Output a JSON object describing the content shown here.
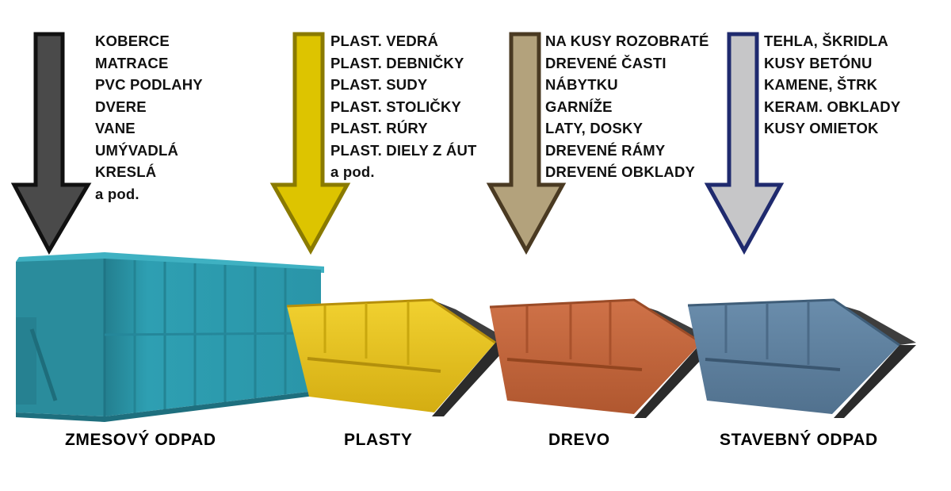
{
  "categories": [
    {
      "id": "mixed",
      "label": "ZMESOVÝ ODPAD",
      "arrow_fill": "#4a4a4a",
      "arrow_stroke": "#111111",
      "container_color": "#2e9fb2",
      "container_type": "roll-off container",
      "items": [
        "KOBERCE",
        "MATRACE",
        "PVC PODLAHY",
        "DVERE",
        "VANE",
        "UMÝVADLÁ",
        "KRESLÁ",
        "a pod."
      ]
    },
    {
      "id": "plastic",
      "label": "PLASTY",
      "arrow_fill": "#ddc400",
      "arrow_stroke": "#8a7a00",
      "container_color": "#e3c11c",
      "container_type": "skip",
      "items": [
        "PLAST. VEDRÁ",
        "PLAST. DEBNIČKY",
        "PLAST. SUDY",
        "PLAST. STOLIČKY",
        "PLAST. RÚRY",
        "PLAST. DIELY Z ÁUT",
        "a pod."
      ]
    },
    {
      "id": "wood",
      "label": "DREVO",
      "arrow_fill": "#b3a27c",
      "arrow_stroke": "#4a3a22",
      "container_color": "#c2643c",
      "container_type": "skip",
      "items": [
        "NA KUSY ROZOBRATÉ",
        "DREVENÉ ČASTI",
        "NÁBYTKU",
        "GARNÍŽE",
        "LATY, DOSKY",
        "DREVENÉ RÁMY",
        "DREVENÉ OBKLADY"
      ]
    },
    {
      "id": "construction",
      "label": "STAVEBNÝ ODPAD",
      "arrow_fill": "#c6c6c8",
      "arrow_stroke": "#1f2a6e",
      "container_color": "#5c7f9e",
      "container_type": "skip",
      "items": [
        "TEHLA, ŠKRIDLA",
        "KUSY BETÓNU",
        "KAMENE, ŠTRK",
        "KERAM. OBKLADY",
        "KUSY OMIETOK"
      ]
    }
  ]
}
